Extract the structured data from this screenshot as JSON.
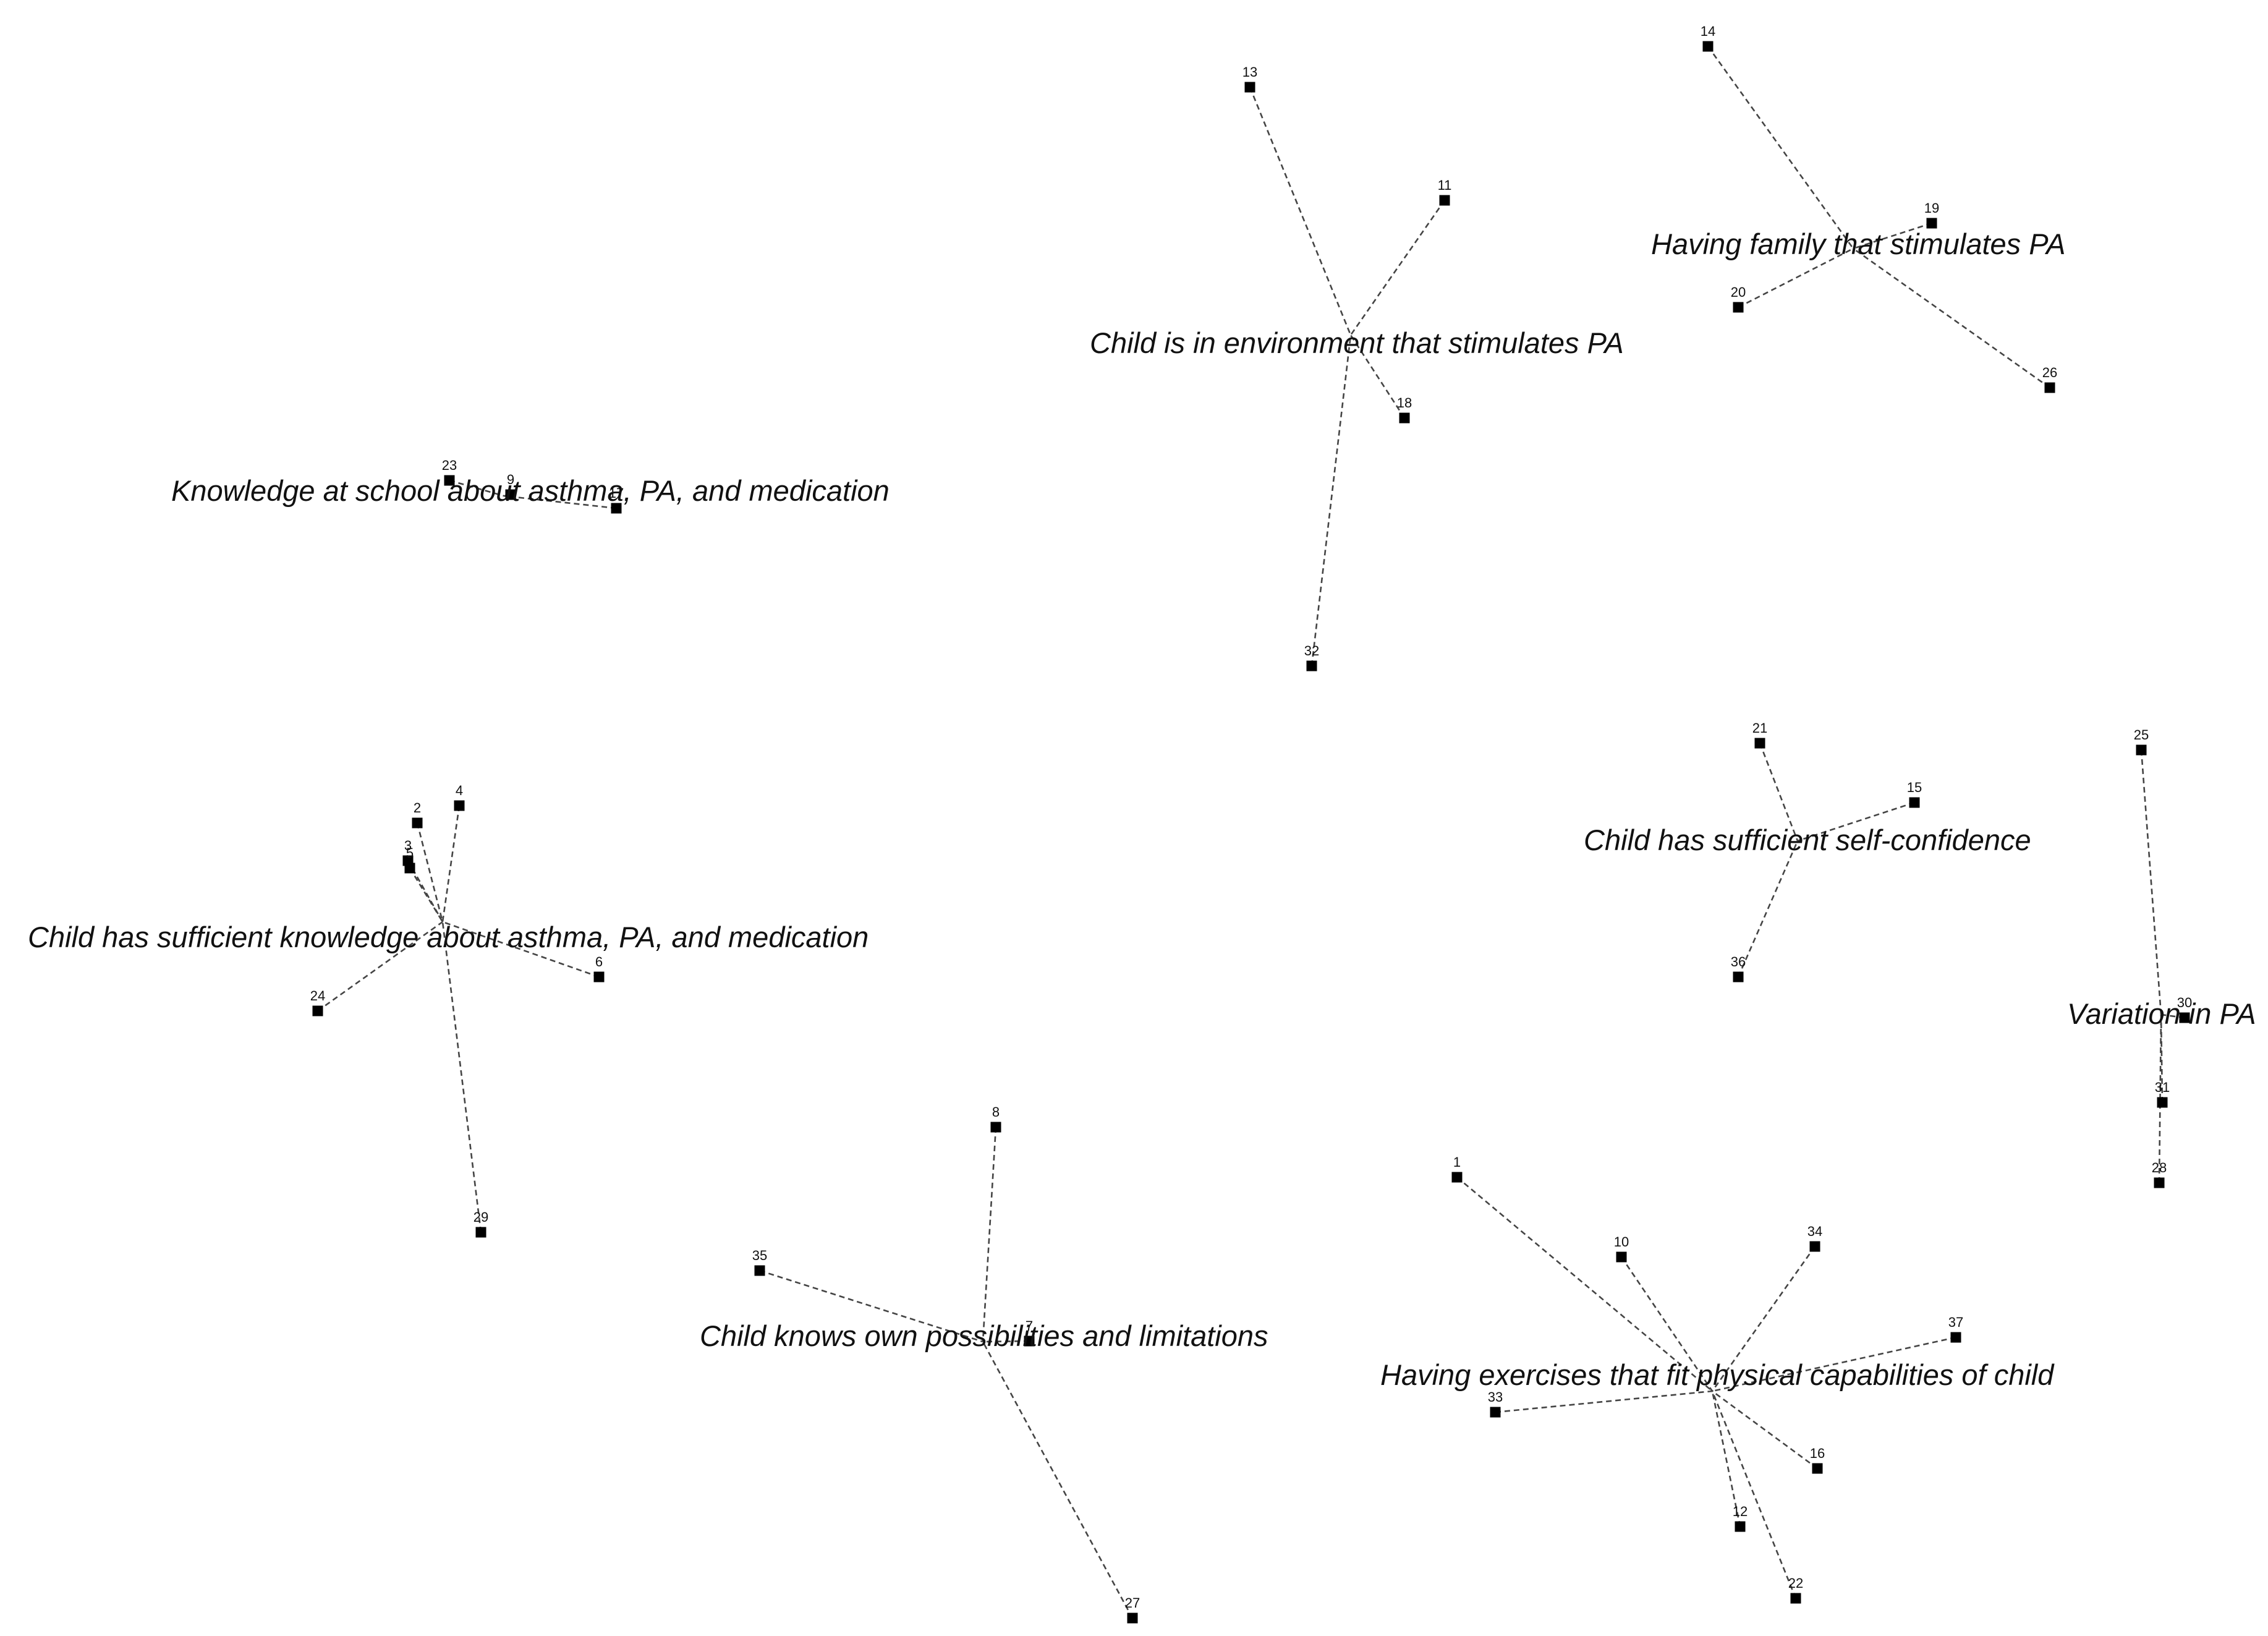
{
  "diagram": {
    "type": "concept-map",
    "clusters": [
      {
        "id": "c1",
        "label": "Knowledge at school about asthma, PA, and medication",
        "statements": [
          "23",
          "9",
          "17"
        ]
      },
      {
        "id": "c2",
        "label": "Child is in environment that stimulates PA",
        "statements": [
          "13",
          "11",
          "18",
          "32"
        ]
      },
      {
        "id": "c3",
        "label": "Having family that stimulates PA",
        "statements": [
          "14",
          "19",
          "20",
          "26"
        ]
      },
      {
        "id": "c4",
        "label": "Child has sufficient knowledge about asthma, PA, and medication",
        "statements": [
          "2",
          "4",
          "3",
          "5",
          "6",
          "24",
          "29"
        ]
      },
      {
        "id": "c5",
        "label": "Child has sufficient self-confidence",
        "statements": [
          "21",
          "15",
          "36"
        ]
      },
      {
        "id": "c6",
        "label": "Variation in PA",
        "statements": [
          "25",
          "30",
          "31",
          "28"
        ]
      },
      {
        "id": "c7",
        "label": "Child knows own possibilities and limitations",
        "statements": [
          "8",
          "35",
          "7",
          "27"
        ]
      },
      {
        "id": "c8",
        "label": "Having exercises that fit physical capabilities of child",
        "statements": [
          "1",
          "10",
          "34",
          "37",
          "33",
          "16",
          "12",
          "22"
        ]
      }
    ]
  }
}
